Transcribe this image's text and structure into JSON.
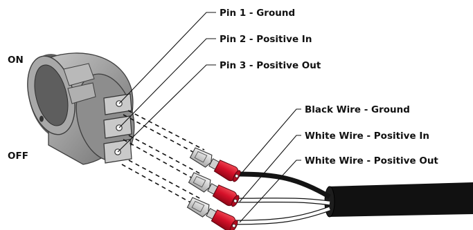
{
  "diagram": {
    "switch_states": {
      "on": "ON",
      "off": "OFF"
    },
    "pins": [
      "Pin 1 - Ground",
      "Pin 2 - Positive In",
      "Pin 3 - Positive Out"
    ],
    "wires": [
      "Black Wire - Ground",
      "White Wire - Positive In",
      "White Wire - Positive Out"
    ],
    "colors": {
      "label": "#111111",
      "switch_body": "#9a9a9a",
      "switch_shadow": "#5e5e5e",
      "terminal": "#c9c9c9",
      "connector_crimp": "#d7d7d7",
      "connector_sleeve": "#d6112a",
      "cable_jacket": "#111111",
      "black_wire": "#141414",
      "white_wire": "#ffffff"
    },
    "icons": {
      "switch": "rocker-switch-icon",
      "connector": "spade-connector-icon",
      "cable": "multi-core-cable-icon"
    }
  }
}
